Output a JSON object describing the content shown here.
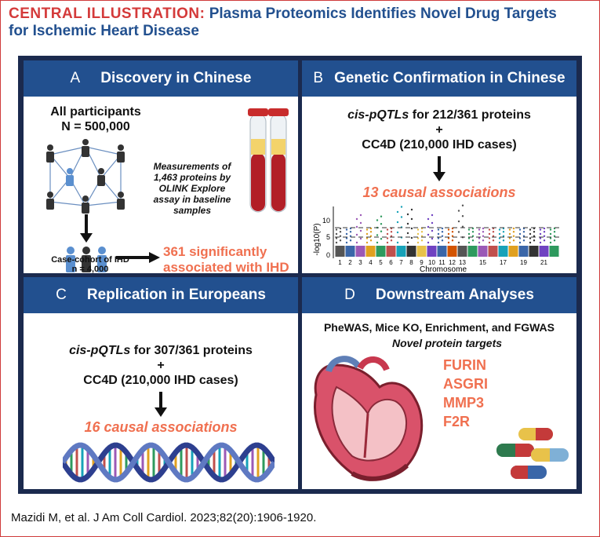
{
  "header": {
    "label": "CENTRAL ILLUSTRATION:",
    "title_line1": "Plasma Proteomics Identifies Novel Drug Targets",
    "title_line2": "for Ischemic Heart Disease"
  },
  "panels": {
    "a": {
      "letter": "A",
      "title": "Discovery in Chinese",
      "participants_label": "All participants",
      "participants_n": "N = 500,000",
      "measure_lines": [
        "Measurements of",
        "1,463 proteins by",
        "OLINK Explore",
        "assay in baseline",
        "samples"
      ],
      "cohort_label": "Case-cohort of IHD",
      "cohort_n": "n = 4,000",
      "result_line1": "361 significantly",
      "result_line2": "associated with IHD"
    },
    "b": {
      "letter": "B",
      "title": "Genetic Confirmation in Chinese",
      "line1_ital": "cis-pQTLs",
      "line1_rest": " for 212/361 proteins",
      "plus": "+",
      "line2": "CC4D (210,000 IHD cases)",
      "result": "13 causal associations",
      "ylabel": "-log10(P)",
      "xlabel": "Chromosome",
      "yticks": [
        "10",
        "5",
        "0"
      ],
      "xticks": [
        "1",
        "2",
        "3",
        "4",
        "5",
        "6",
        "7",
        "8",
        "9",
        "10",
        "11",
        "12",
        "13",
        "15",
        "17",
        "19",
        "21"
      ]
    },
    "c": {
      "letter": "C",
      "title": "Replication in Europeans",
      "line1_ital": "cis-pQTLs",
      "line1_rest": " for 307/361 proteins",
      "plus": "+",
      "line2": "CC4D (210,000 IHD cases)",
      "result": "16 causal associations"
    },
    "d": {
      "letter": "D",
      "title": "Downstream Analyses",
      "line1": "PheWAS, Mice KO, Enrichment, and FGWAS",
      "line2": "Novel protein targets",
      "targets": [
        "FURIN",
        "ASGRI",
        "MMP3",
        "F2R"
      ]
    }
  },
  "footer": "Mazidi M, et al. J Am Coll Cardiol. 2023;82(20):1906-1920.",
  "colors": {
    "red": "#d43a3a",
    "navy": "#22508f",
    "dark": "#1b2a4e",
    "orange": "#f07050"
  }
}
